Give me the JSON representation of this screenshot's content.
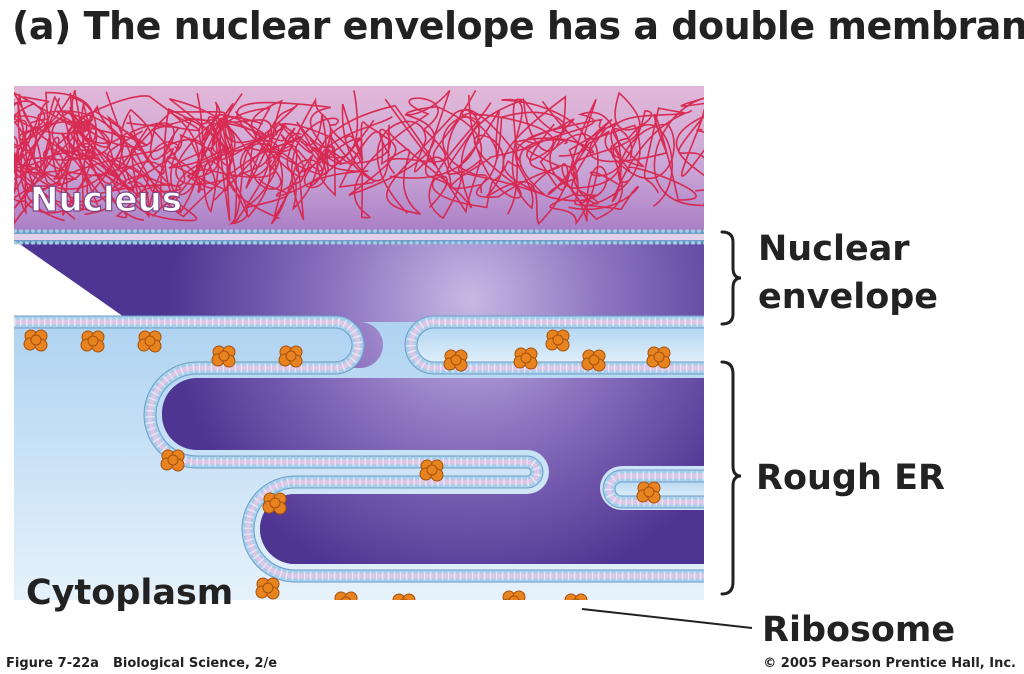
{
  "title": {
    "letter": "(a)",
    "text": "The nuclear envelope has a double membrane."
  },
  "labels": {
    "nucleus": "Nucleus",
    "cytoplasm": "Cytoplasm",
    "nuclear_envelope_line1": "Nuclear",
    "nuclear_envelope_line2": "envelope",
    "rough_er": "Rough ER",
    "ribosome": "Ribosome"
  },
  "footer": {
    "figure": "Figure 7-22a",
    "book": "Biological Science, 2/e",
    "copyright": "© 2005 Pearson Prentice Hall, Inc."
  },
  "colors": {
    "nucleus_fill": "#c9a6d6",
    "chromatin": "#d8254c",
    "lumen": "#5c3f9c",
    "membrane": "#ddc6e6",
    "phospholipid_head": "#9bc7e8",
    "cytoplasm": "#b9d9f3",
    "ribosome": "#e07d1c"
  }
}
